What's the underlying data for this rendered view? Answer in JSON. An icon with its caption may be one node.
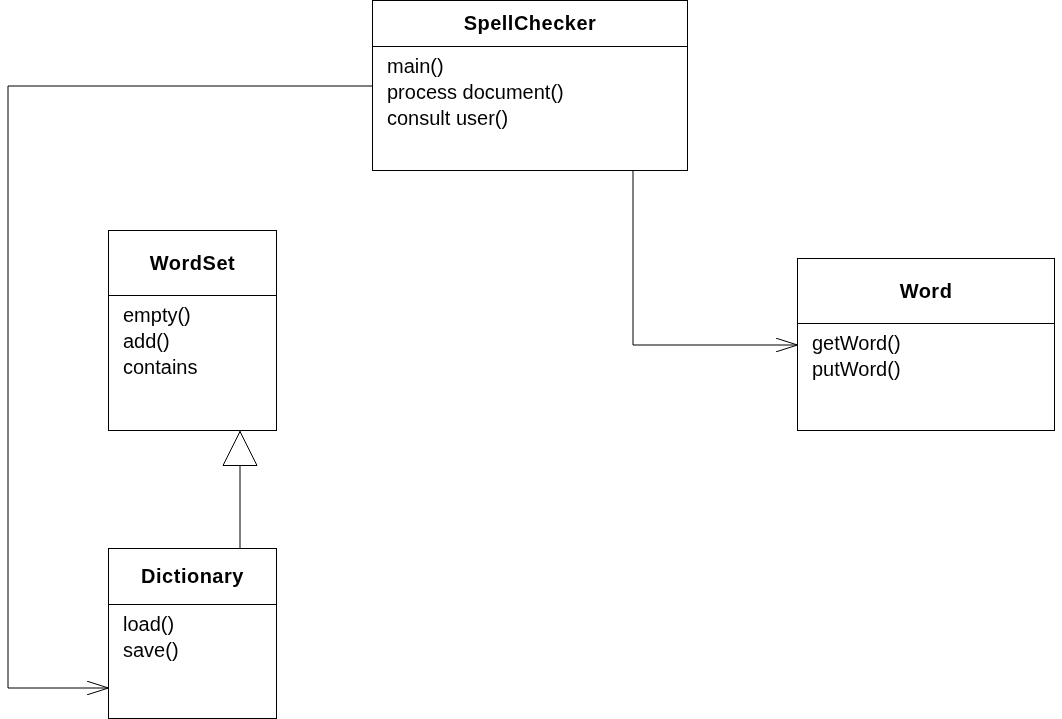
{
  "diagram": {
    "nodes": [
      {
        "text": [
          "SpellChecker",
          "main()",
          "process document()",
          "consult user()"
        ]
      },
      {
        "text": [
          "WordSet",
          "empty()",
          "add()",
          "contains"
        ]
      },
      {
        "text": [
          "Word",
          "getWord()",
          "putWord()"
        ]
      },
      {
        "text": [
          "Dictionary",
          "load()",
          "save()"
        ]
      }
    ],
    "edges": [
      {
        "from": 0,
        "to": 3,
        "arrow": "to"
      },
      {
        "from": 0,
        "to": 2,
        "arrow": "to"
      },
      {
        "from": 3,
        "to": 1,
        "arrow": "to"
      }
    ]
  }
}
